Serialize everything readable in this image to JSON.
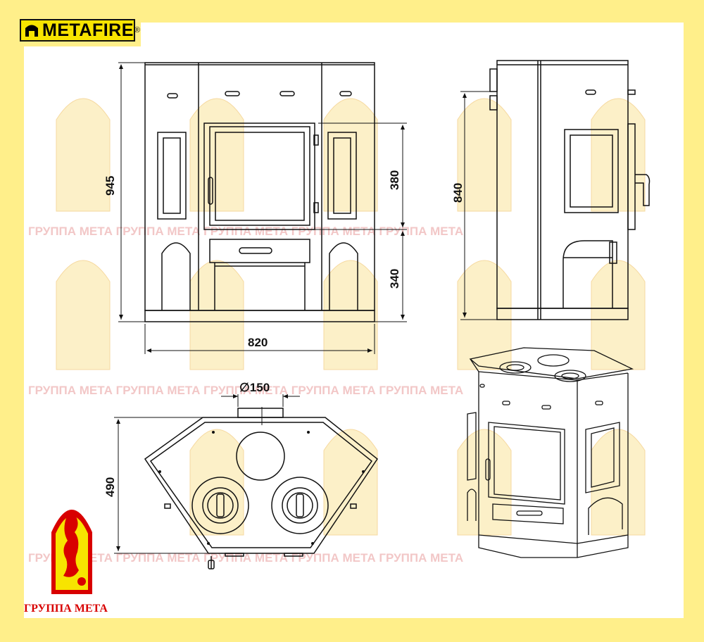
{
  "brand": {
    "logo_text": "METAFIRE",
    "logo_reg": "®",
    "group_name": "ГРУППА МЕТА",
    "watermark_text": "ГРУППА МЕТА ГРУППА МЕТА ГРУППА МЕТА ГРУППА МЕТА ГРУППА МЕТА"
  },
  "dimensions": {
    "total_height": "945",
    "door_height": "380",
    "base_height": "340",
    "width": "820",
    "side_height": "840",
    "flue_diameter": "∅150",
    "depth": "490"
  },
  "colors": {
    "frame": "#ffef8a",
    "logo_yellow": "#f7e400",
    "red": "#d80000",
    "line": "#111111"
  }
}
